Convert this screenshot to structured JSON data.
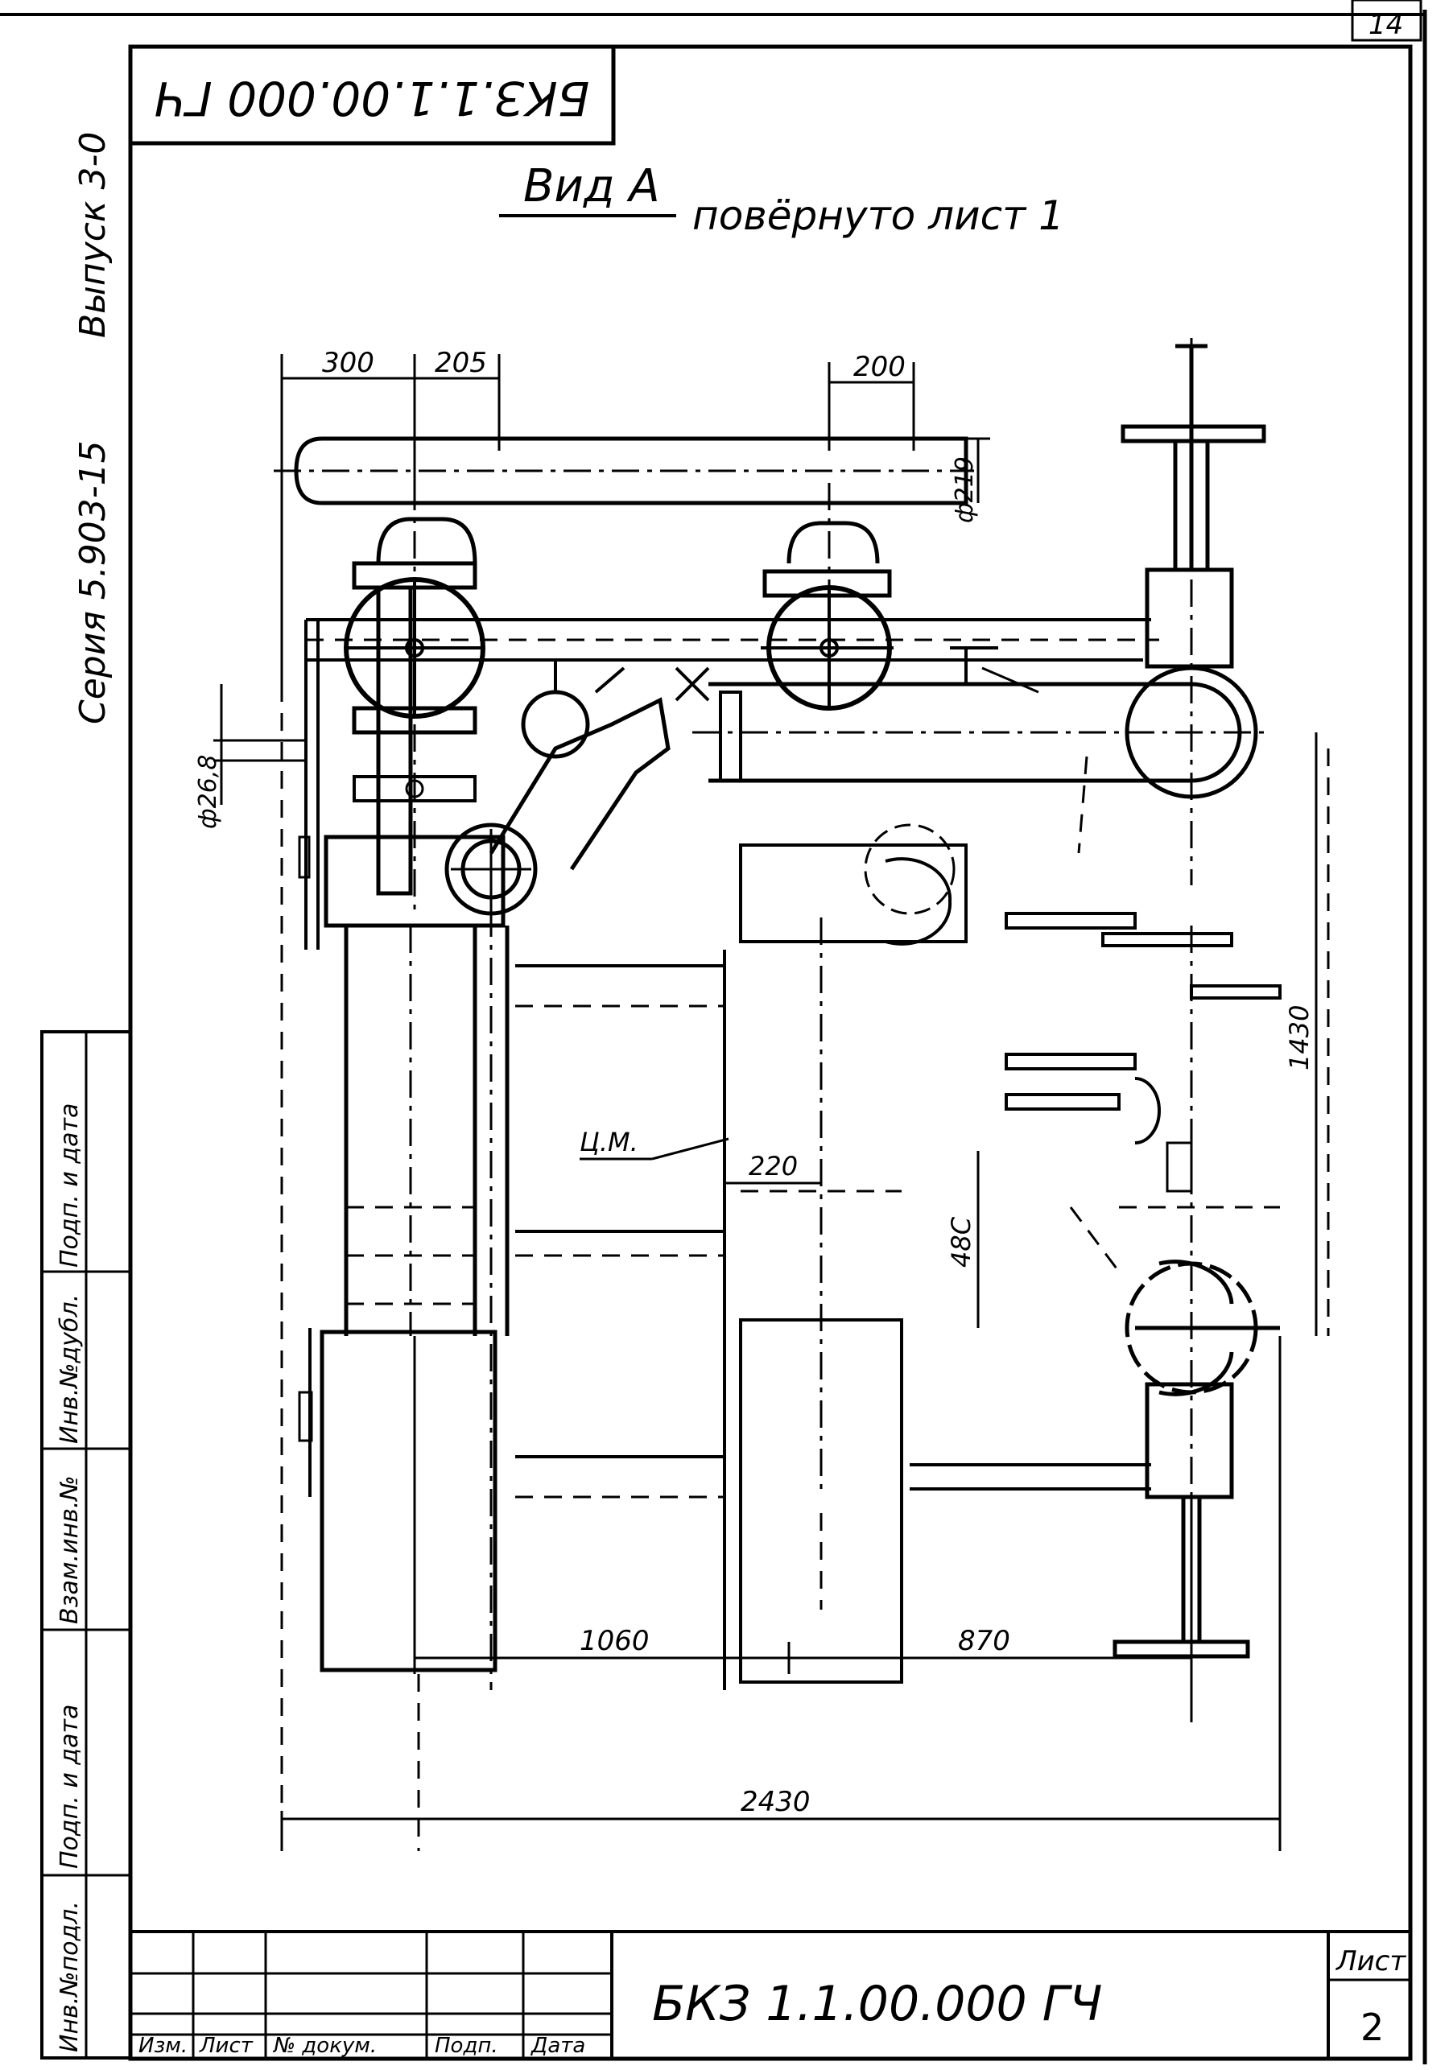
{
  "sheet_corner_number": "14",
  "rotated_code": "БКЗ.1.1.00.000 ГЧ",
  "view_title": "Вид А",
  "view_note": "повёрнуто лист 1",
  "series_label": "Серия 5.903-15",
  "issue_label": "Выпуск 3-0",
  "dimensions": {
    "d300": "300",
    "d205": "205",
    "d200": "200",
    "dia219": "ф219",
    "dia268": "ф26,8",
    "d1430": "1430",
    "d220": "220",
    "d480": "48С",
    "d1060": "1060",
    "d870": "870",
    "d2430": "2430"
  },
  "label_cm": "Ц.М.",
  "side_stamp": [
    "Инв.№подл.",
    "Подп. и дата",
    "Взам.инв.№",
    "Инв.№дубл.",
    "Подп. и дата"
  ],
  "title_block": {
    "headers": [
      "Изм.",
      "Лист",
      "№ докум.",
      "Подп.",
      "Дата"
    ],
    "doc_code": "БКЗ 1.1.00.000 ГЧ",
    "sheet_label": "Лист",
    "sheet_number": "2"
  }
}
